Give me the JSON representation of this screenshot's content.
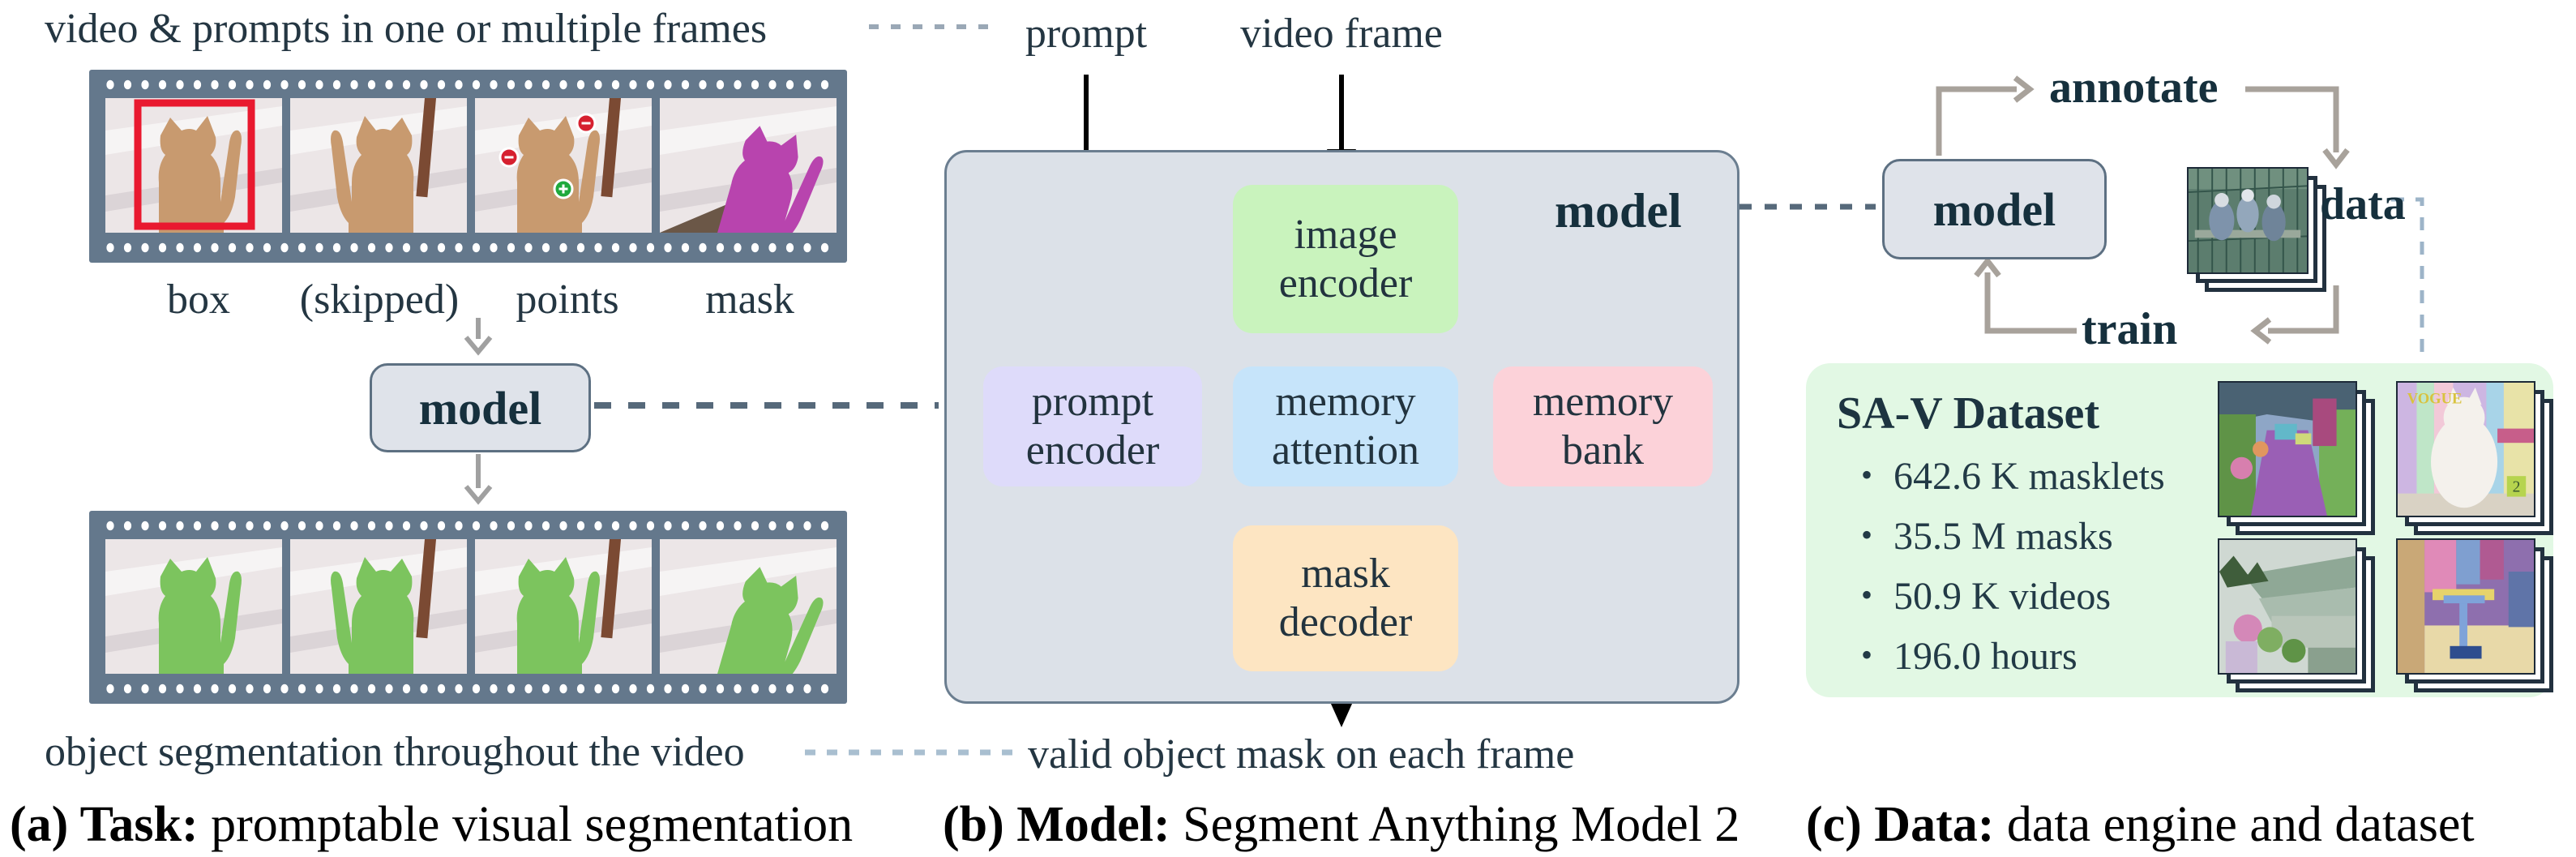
{
  "figure": {
    "part_a": {
      "header": "video & prompts in one or multiple frames",
      "frame_labels": [
        "box",
        "(skipped)",
        "points",
        "mask"
      ],
      "strip1_variants": [
        "box",
        "skipped",
        "points",
        "mask"
      ],
      "strip2_variants": [
        "green",
        "green",
        "green",
        "green"
      ],
      "model_label": "model",
      "footer": "object segmentation throughout the video",
      "caption": {
        "bold": "(a) Task:",
        "text": " promptable visual segmentation"
      }
    },
    "part_b": {
      "input_labels": {
        "prompt": "prompt",
        "video_frame": "video frame"
      },
      "model_label": "model",
      "blocks": {
        "image_encoder": "image encoder",
        "prompt_encoder": "prompt encoder",
        "memory_attention": "memory attention",
        "memory_bank": "memory bank",
        "mask_decoder": "mask decoder"
      },
      "footer": "valid object mask on each frame",
      "caption": {
        "bold": "(b) Model:",
        "text": " Segment Anything Model 2"
      }
    },
    "part_c": {
      "cycle": {
        "annotate": "annotate",
        "data": "data",
        "train": "train",
        "model_label": "model"
      },
      "dataset": {
        "title": "SA-V Dataset",
        "bullets": [
          "642.6 K masklets",
          "35.5 M masks",
          "50.9 K videos",
          "196.0 hours"
        ]
      },
      "photo_text": {
        "vogue": "VOGUE",
        "badge": "2"
      },
      "caption": {
        "bold": "(c) Data:",
        "text": " data engine and dataset"
      }
    },
    "colors": {
      "container": "#dce1e8",
      "image_encoder": "#c9f3bd",
      "prompt_encoder": "#dedbfa",
      "memory_attention": "#c6e4fa",
      "memory_bank": "#fcd2d9",
      "mask_decoder": "#fde5c2",
      "model_box": "#dfe3ea",
      "model_box_border": "#5d7082",
      "filmstrip": "#64788c",
      "sav_box": "#e2f8e4",
      "prompt_box_red": "#e9192f",
      "mask_purple": "#b844ae",
      "output_green": "#7cc45e",
      "text_dark": "#22333e"
    }
  }
}
